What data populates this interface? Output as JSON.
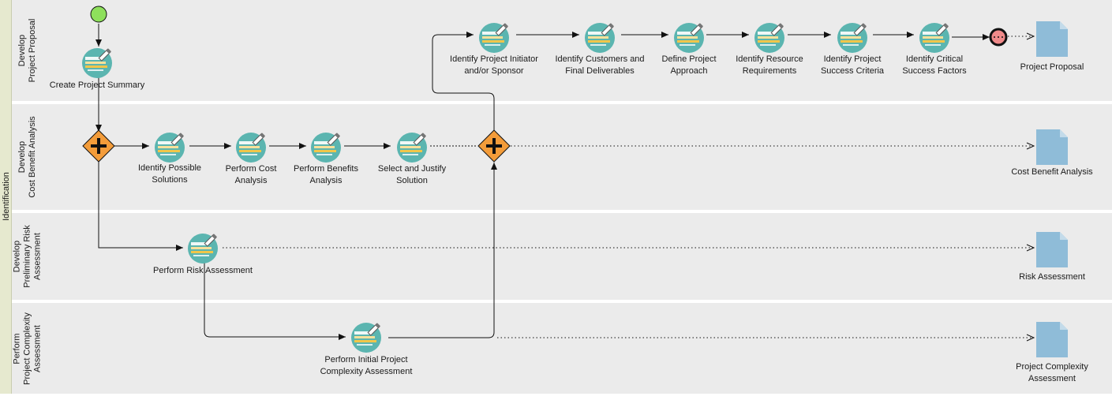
{
  "pool": {
    "label": "Identification"
  },
  "lanes": [
    {
      "line1": "Develop",
      "line2": "Project Proposal",
      "line3": ""
    },
    {
      "line1": "Develop",
      "line2": "Cost Benefit Analysis",
      "line3": ""
    },
    {
      "line1": "Develop",
      "line2": "Preliminary Risk",
      "line3": "Assessment"
    },
    {
      "line1": "Perform",
      "line2": "Project Complexity",
      "line3": "Assessment"
    }
  ],
  "tasks": {
    "create_summary": {
      "line1": "Create Project Summary",
      "line2": ""
    },
    "identify_solutions": {
      "line1": "Identify Possible",
      "line2": "Solutions"
    },
    "cost_analysis": {
      "line1": "Perform Cost",
      "line2": "Analysis"
    },
    "benefits_analysis": {
      "line1": "Perform Benefits",
      "line2": "Analysis"
    },
    "select_solution": {
      "line1": "Select and Justify",
      "line2": "Solution"
    },
    "risk_assessment": {
      "line1": "Perform Risk Assessment",
      "line2": ""
    },
    "complexity_assessment": {
      "line1": "Perform Initial Project",
      "line2": "Complexity Assessment"
    },
    "identify_sponsor": {
      "line1": "Identify Project Initiator",
      "line2": "and/or Sponsor"
    },
    "identify_customers": {
      "line1": "Identify Customers and",
      "line2": "Final Deliverables"
    },
    "define_approach": {
      "line1": "Define Project",
      "line2": "Approach"
    },
    "identify_resources": {
      "line1": "Identify Resource",
      "line2": "Requirements"
    },
    "success_criteria": {
      "line1": "Identify Project",
      "line2": "Success Criteria"
    },
    "critical_factors": {
      "line1": "Identify Critical",
      "line2": "Success Factors"
    }
  },
  "documents": {
    "project_proposal": {
      "line1": "Project Proposal",
      "line2": ""
    },
    "cost_benefit": {
      "line1": "Cost Benefit Analysis",
      "line2": ""
    },
    "risk": {
      "line1": "Risk Assessment",
      "line2": ""
    },
    "complexity": {
      "line1": "Project Complexity",
      "line2": "Assessment"
    }
  },
  "colors": {
    "lane_bg": "#ebebeb",
    "pool_header": "#e6e9cf",
    "task_circle": "#5bb5b0",
    "gateway": "#f39c3a",
    "start_event": "#8ee05c",
    "end_event": "#f08a8a",
    "document": "#8fbcd8"
  }
}
